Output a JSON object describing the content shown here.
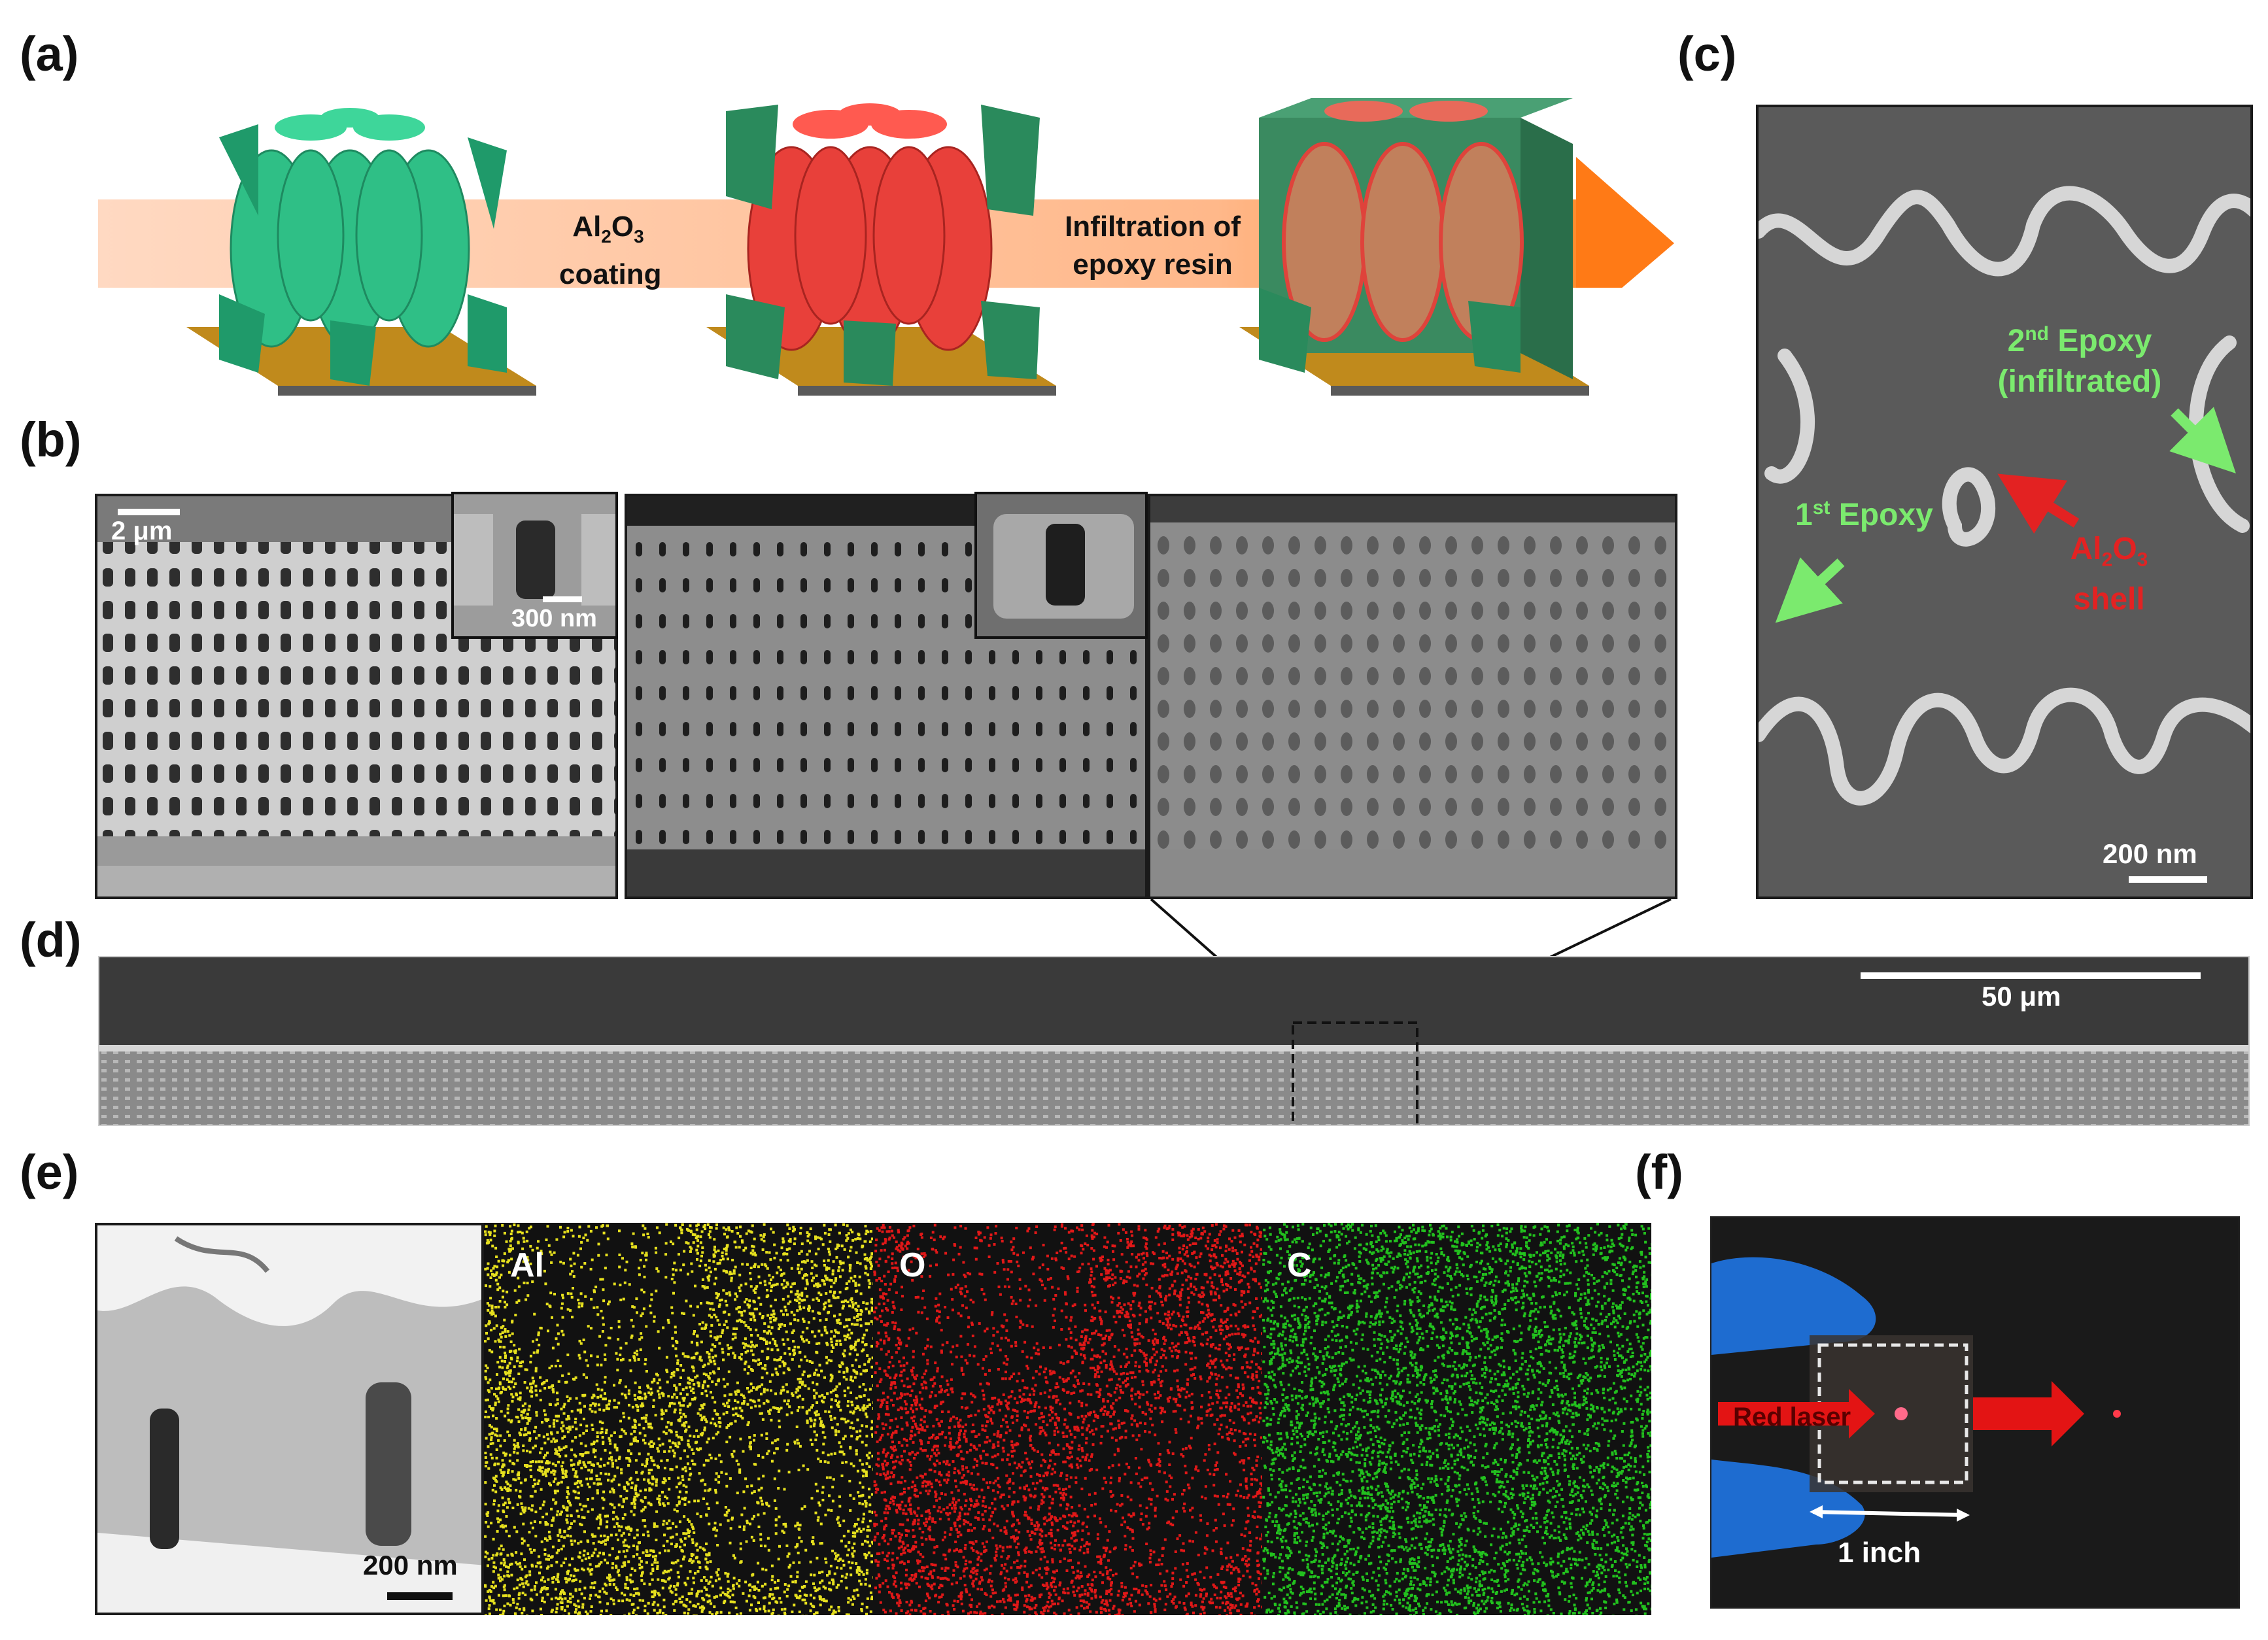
{
  "panels": {
    "a": "(a)",
    "b": "(b)",
    "c": "(c)",
    "d": "(d)",
    "e": "(e)",
    "f": "(f)"
  },
  "panel_a": {
    "step1_line1": "Al",
    "step1_sub1": "2",
    "step1_mid": "O",
    "step1_sub2": "3",
    "step1_line2": "coating",
    "step2_line1": "Infiltration of",
    "step2_line2": "epoxy resin"
  },
  "panel_b": {
    "scale_main": "2 μm",
    "scale_inset": "300 nm"
  },
  "panel_c": {
    "second_epoxy_num": "2",
    "second_epoxy_sup": "nd",
    "second_epoxy_word": " Epoxy",
    "second_epoxy_line2": "(infiltrated)",
    "first_epoxy_num": "1",
    "first_epoxy_sup": "st",
    "first_epoxy_word": " Epoxy",
    "shell_al": "Al",
    "shell_sub1": "2",
    "shell_o": "O",
    "shell_sub2": "3",
    "shell_line2": "shell",
    "scale": "200 nm"
  },
  "panel_d": {
    "scale": "50 μm"
  },
  "panel_e": {
    "scale": "200 nm",
    "maps": [
      {
        "label": "Al",
        "color": "#e6e01e"
      },
      {
        "label": "O",
        "color": "#e01818"
      },
      {
        "label": "C",
        "color": "#22c11e"
      }
    ]
  },
  "panel_f": {
    "laser": "Red laser",
    "width": "1 inch"
  },
  "colors": {
    "structure_green": "#2fbf86",
    "coating_red": "#e8403a",
    "arrow_orange": "#ff7a16",
    "annotation_green": "#7bea6e",
    "annotation_red": "#e32222"
  }
}
